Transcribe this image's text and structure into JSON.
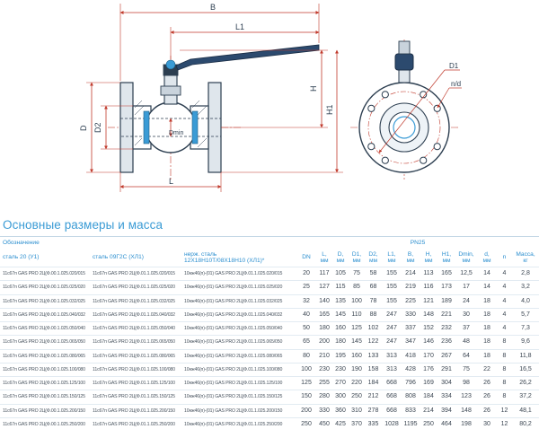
{
  "drawing": {
    "dims": {
      "B": "B",
      "L1": "L1",
      "H": "H",
      "H1": "H1",
      "D": "D",
      "D2": "D2",
      "Dmin": "Dmin",
      "L": "L",
      "D1": "D1",
      "nd": "n/d"
    }
  },
  "title": "Основные размеры и масса",
  "table": {
    "designation_label": "Обозначение",
    "pressure_label": "PN25",
    "material_headers": [
      "сталь 20 (У1)",
      "сталь 09Г2С (ХЛ1)",
      "нерж. сталь\n12Х18Н10Т/08Х18Н10 (ХЛ1)*"
    ],
    "dim_headers": [
      {
        "name": "DN",
        "unit": ""
      },
      {
        "name": "L,",
        "unit": "мм"
      },
      {
        "name": "D,",
        "unit": "мм"
      },
      {
        "name": "D1,",
        "unit": "мм"
      },
      {
        "name": "D2,",
        "unit": "мм"
      },
      {
        "name": "L1,",
        "unit": "мм"
      },
      {
        "name": "B,",
        "unit": "мм"
      },
      {
        "name": "H,",
        "unit": "мм"
      },
      {
        "name": "H1,",
        "unit": "мм"
      },
      {
        "name": "Dmin,",
        "unit": "мм"
      },
      {
        "name": "d,",
        "unit": "мм"
      },
      {
        "name": "n",
        "unit": ""
      },
      {
        "name": "Масса,",
        "unit": "кг"
      }
    ],
    "rows": [
      {
        "s20": "11с67п GAS PRO 2Ц(Ф.00.1.025.020/015",
        "s09": "11с67п GAS PRO 2Ц(Ф.01.1.025.020/015",
        "ss": "10нж46(п)-(01) GAS PRO 2Ц(Ф.01.1.025.020/015",
        "v": [
          "20",
          "117",
          "105",
          "75",
          "58",
          "155",
          "214",
          "113",
          "165",
          "12,5",
          "14",
          "4",
          "2,8"
        ]
      },
      {
        "s20": "11с67п GAS PRO 2Ц(Ф.00.1.025.025/020",
        "s09": "11с67п GAS PRO 2Ц(Ф.01.1.025.025/020",
        "ss": "10нж46(п)-(01) GAS PRO 2Ц(Ф.01.1.025.025/020",
        "v": [
          "25",
          "127",
          "115",
          "85",
          "68",
          "155",
          "219",
          "116",
          "173",
          "17",
          "14",
          "4",
          "3,2"
        ]
      },
      {
        "s20": "11с67п GAS PRO 2Ц(Ф.00.1.025.032/025",
        "s09": "11с67п GAS PRO 2Ц(Ф.01.1.025.032/025",
        "ss": "10нж46(п)-(01) GAS PRO 2Ц(Ф.01.1.025.032/025",
        "v": [
          "32",
          "140",
          "135",
          "100",
          "78",
          "155",
          "225",
          "121",
          "189",
          "24",
          "18",
          "4",
          "4,0"
        ]
      },
      {
        "s20": "11с67п GAS PRO 2Ц(Ф.00.1.025.040/032",
        "s09": "11с67п GAS PRO 2Ц(Ф.01.1.025.040/032",
        "ss": "10нж46(п)-(01) GAS PRO 2Ц(Ф.01.1.025.040/032",
        "v": [
          "40",
          "165",
          "145",
          "110",
          "88",
          "247",
          "330",
          "148",
          "221",
          "30",
          "18",
          "4",
          "5,7"
        ]
      },
      {
        "s20": "11с67п GAS PRO 2Ц(Ф.00.1.025.050/040",
        "s09": "11с67п GAS PRO 2Ц(Ф.01.1.025.050/040",
        "ss": "10нж46(п)-(01) GAS PRO 2Ц(Ф.01.1.025.050/040",
        "v": [
          "50",
          "180",
          "160",
          "125",
          "102",
          "247",
          "337",
          "152",
          "232",
          "37",
          "18",
          "4",
          "7,3"
        ]
      },
      {
        "s20": "11с67п GAS PRO 2Ц(Ф.00.1.025.065/050",
        "s09": "11с67п GAS PRO 2Ц(Ф.01.1.025.065/050",
        "ss": "10нж46(п)-(01) GAS PRO 2Ц(Ф.01.1.025.065/050",
        "v": [
          "65",
          "200",
          "180",
          "145",
          "122",
          "247",
          "347",
          "146",
          "236",
          "48",
          "18",
          "8",
          "9,6"
        ]
      },
      {
        "s20": "11с67п GAS PRO 2Ц(Ф.00.1.025.080/065",
        "s09": "11с67п GAS PRO 2Ц(Ф.01.1.025.080/065",
        "ss": "10нж46(п)-(01) GAS PRO 2Ц(Ф.01.1.025.080/065",
        "v": [
          "80",
          "210",
          "195",
          "160",
          "133",
          "313",
          "418",
          "170",
          "267",
          "64",
          "18",
          "8",
          "11,8"
        ]
      },
      {
        "s20": "11с67п GAS PRO 2Ц(Ф.00.1.025.100/080",
        "s09": "11с67п GAS PRO 2Ц(Ф.01.1.025.100/080",
        "ss": "10нж46(п)-(01) GAS PRO 2Ц(Ф.01.1.025.100/080",
        "v": [
          "100",
          "230",
          "230",
          "190",
          "158",
          "313",
          "428",
          "176",
          "291",
          "75",
          "22",
          "8",
          "16,5"
        ]
      },
      {
        "s20": "11с67п GAS PRO 2Ц(Ф.00.1.025.125/100",
        "s09": "11с67п GAS PRO 2Ц(Ф.01.1.025.125/100",
        "ss": "10нж46(п)-(01) GAS PRO 2Ц(Ф.01.1.025.125/100",
        "v": [
          "125",
          "255",
          "270",
          "220",
          "184",
          "668",
          "796",
          "169",
          "304",
          "98",
          "26",
          "8",
          "26,2"
        ]
      },
      {
        "s20": "11с67п GAS PRO 2Ц(Ф.00.1.025.150/125",
        "s09": "11с67п GAS PRO 2Ц(Ф.01.1.025.150/125",
        "ss": "10нж46(п)-(01) GAS PRO 2Ц(Ф.01.1.025.150/125",
        "v": [
          "150",
          "280",
          "300",
          "250",
          "212",
          "668",
          "808",
          "184",
          "334",
          "123",
          "26",
          "8",
          "37,2"
        ]
      },
      {
        "s20": "11с67п GAS PRO 2Ц(Ф.00.1.025.200/150",
        "s09": "11с67п GAS PRO 2Ц(Ф.01.1.025.200/150",
        "ss": "10нж46(п)-(01) GAS PRO 2Ц(Ф.01.1.025.200/150",
        "v": [
          "200",
          "330",
          "360",
          "310",
          "278",
          "668",
          "833",
          "214",
          "394",
          "148",
          "26",
          "12",
          "48,1"
        ]
      },
      {
        "s20": "11с67п GAS PRO 2Ц(Ф.00.1.025.250/200",
        "s09": "11с67п GAS PRO 2Ц(Ф.01.1.025.250/200",
        "ss": "10нж46(п)-(01) GAS PRO 2Ц(Ф.01.1.025.250/200",
        "v": [
          "250",
          "450",
          "425",
          "370",
          "335",
          "1028",
          "1195",
          "250",
          "464",
          "198",
          "30",
          "12",
          "80,2"
        ]
      }
    ]
  }
}
